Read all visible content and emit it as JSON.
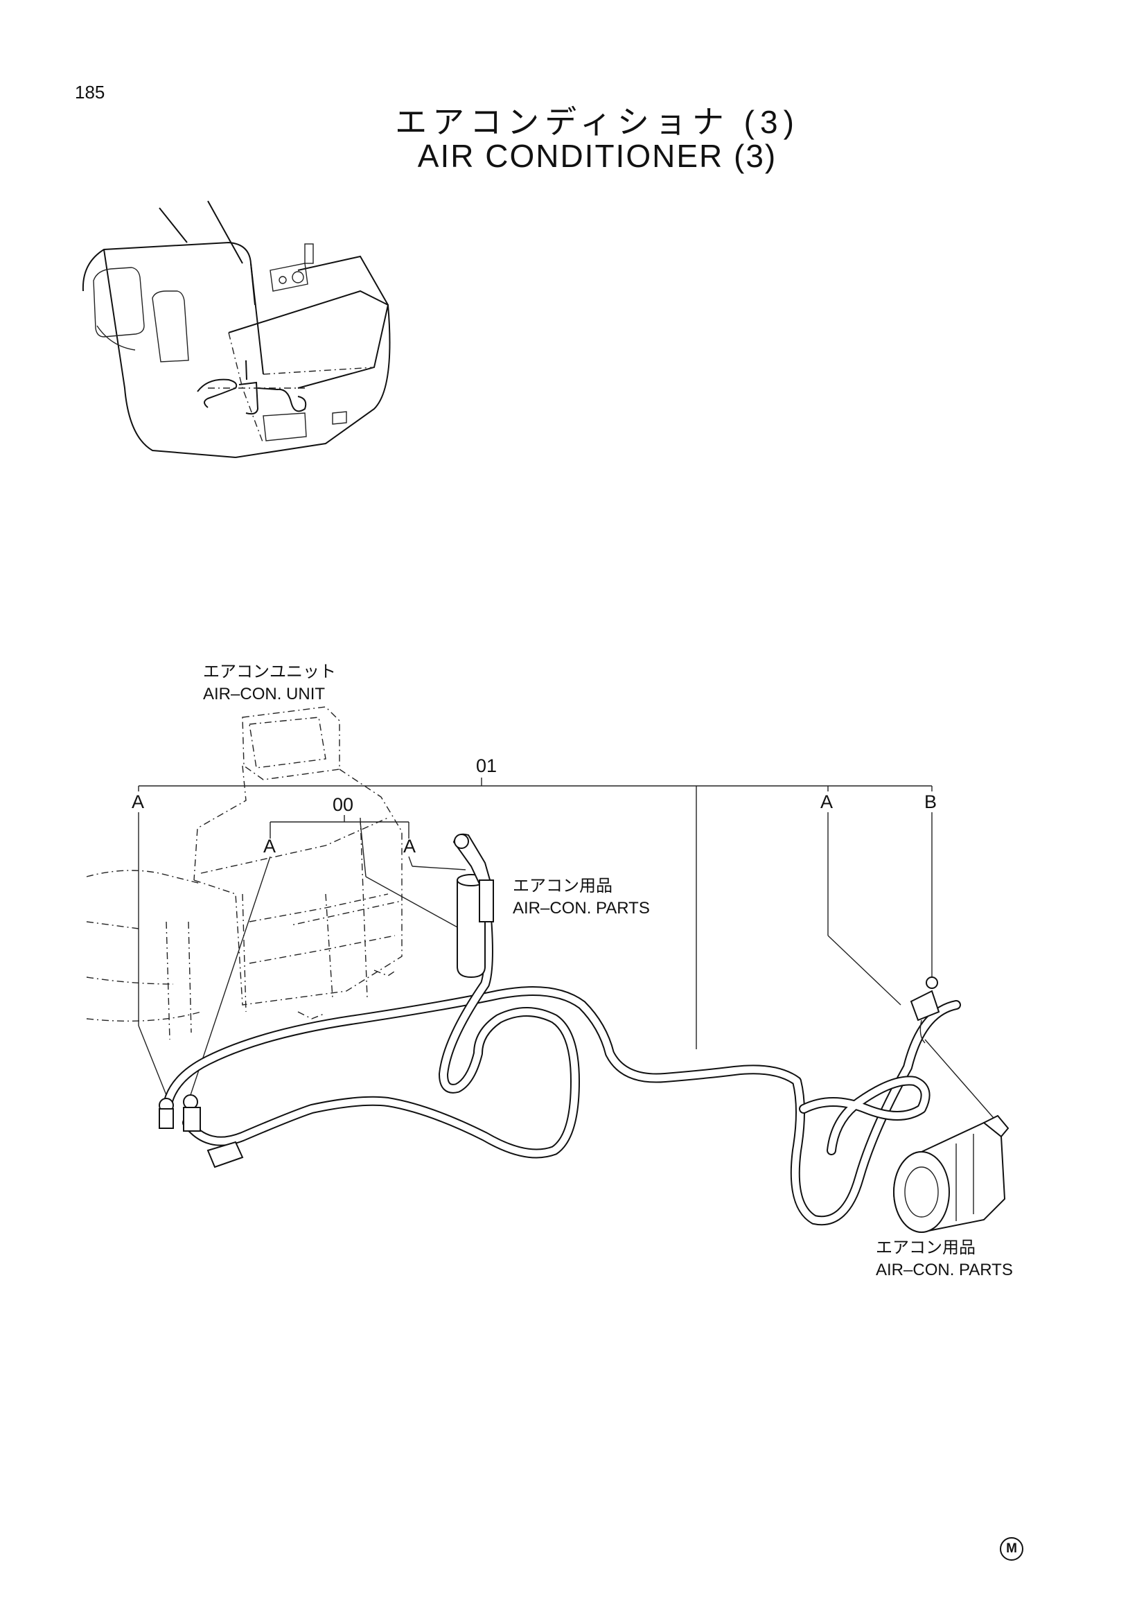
{
  "page_number": "185",
  "title": {
    "ja": "エアコンディショナ (3)",
    "en": "AIR CONDITIONER (3)"
  },
  "labels": {
    "unit_ja": "エアコンユニット",
    "unit_en": "AIR–CON. UNIT",
    "parts1_ja": "エアコン用品",
    "parts1_en": "AIR–CON. PARTS",
    "parts2_ja": "エアコン用品",
    "parts2_en": "AIR–CON. PARTS"
  },
  "refs": {
    "main": "01",
    "sub": "00",
    "a1": "A",
    "a2": "A",
    "a3": "A",
    "a4": "A",
    "b1": "B"
  },
  "corner_mark": "M"
}
